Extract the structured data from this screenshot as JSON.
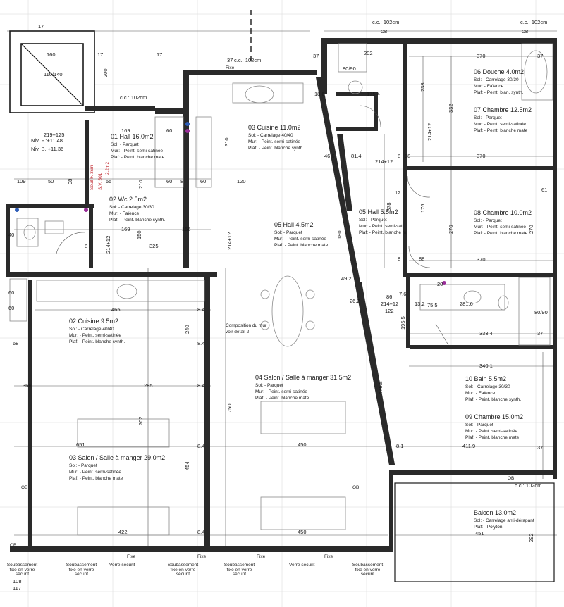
{
  "rooms": [
    {
      "name": "01 Hall 16.0m2",
      "sol": "Sol: - Parquet",
      "mur": "Mur: - Peint. semi-satinée",
      "plaf": "Plaf: - Peint. blanche mate"
    },
    {
      "name": "02 Wc 2.5m2",
      "sol": "Sol: - Carrelage 30/30",
      "mur": "Mur: - Faïence",
      "plaf": "Plaf: - Peint. blanche synth."
    },
    {
      "name": "03 Cuisine 11.0m2",
      "sol": "Sol: - Carrelage 40/40",
      "mur": "Mur: - Peint. semi-satinée",
      "plaf": "Plaf: - Peint. blanche synth."
    },
    {
      "name": "05 Hall 4.5m2",
      "sol": "Sol: - Parquet",
      "mur": "Mur: - Peint. semi-satinée",
      "plaf": "Plaf: - Peint. blanche mate"
    },
    {
      "name": "05 Hall 5.5m2",
      "sol": "Sol: - Parquet",
      "mur": "Mur: - Peint. semi-sat.",
      "plaf": "Plaf: - Peint. blanche m."
    },
    {
      "name": "06 Douche 4.0m2",
      "sol": "Sol: - Carrelage 30/30",
      "mur": "Mur: - Faïence",
      "plaf": "Plaf: - Peint. blan. synth."
    },
    {
      "name": "07 Chambre 12.5m2",
      "sol": "Sol: - Parquet",
      "mur": "Mur: - Peint. semi-satinée",
      "plaf": "Plaf: - Peint. blanche mate"
    },
    {
      "name": "08 Chambre 10.0m2",
      "sol": "Sol: - Parquet",
      "mur": "Mur: - Peint. semi-satinée",
      "plaf": "Plaf: - Peint. blanche mate"
    },
    {
      "name": "02 Cuisine 9.5m2",
      "sol": "Sol: - Carrelage 40/40",
      "mur": "Mur: - Peint. semi-satinée",
      "plaf": "Plaf: - Peint. blanche synth."
    },
    {
      "name": "04 Salon / Salle à manger 31.5m2",
      "sol": "Sol: - Parquet",
      "mur": "Mur: - Peint. semi-satinée",
      "plaf": "Plaf: - Peint. blanche mate"
    },
    {
      "name": "10 Bain 5.5m2",
      "sol": "Sol: - Carrelage 30/30",
      "mur": "Mur: - Faïence",
      "plaf": "Plaf: - Peint. blanche synth."
    },
    {
      "name": "09 Chambre 15.0m2",
      "sol": "Sol: - Parquet",
      "mur": "Mur: - Peint. semi-satinée",
      "plaf": "Plaf: - Peint. blanche mate"
    },
    {
      "name": "03 Salon / Salle à manger 29.0m2",
      "sol": "Sol: - Parquet",
      "mur": "Mur: - Peint. semi-satinée",
      "plaf": "Plaf: - Peint. blanche mate"
    },
    {
      "name": "Balcon 13.0m2",
      "sol": "Sol: - Carrelage anti-dérapant",
      "mur": "Plaf: - Polyton",
      "plaf": ""
    }
  ],
  "levels": {
    "level1": "Niv. F.:+11.48",
    "level2": "Niv. B.:+11.36"
  },
  "door_ref": {
    "line1": "Seuil F. 3cm",
    "line2": "S.V. 501",
    "line3": "2.2m2"
  },
  "notes": {
    "composition": "Composition du mur",
    "detail": "voir détail 2",
    "cc1": "c.c.: 102cm",
    "cc2": "c.c.: 102cm",
    "cc3": "c.c.: 102cm",
    "cc4": "c.c.: 102cm",
    "cc5": "c.c.: 102cm"
  },
  "facade": [
    "Soubassement fixe en verre sécurit",
    "Soubassement fixe en verre sécurit",
    "Verre sécurit",
    "Soubassement fixe en verre sécurit",
    "Soubassement fixe en verre sécurit",
    "Verre sécurit",
    "Soubassement fixe en verre sécurit"
  ],
  "window_labels": {
    "fixe": "Fixe",
    "ob": "OB"
  },
  "dims": {
    "d17": "17",
    "d160": "160",
    "d110": "110/140",
    "d200": "200",
    "d37": "37",
    "d219": "219+125",
    "d169": "169",
    "d60": "60",
    "d8": "8",
    "d310": "310",
    "d120": "120",
    "d109": "109",
    "d50": "50",
    "d55": "55",
    "d98": "98",
    "d150": "150",
    "d156": "156",
    "d325": "325",
    "d210": "210",
    "d214": "214+12",
    "d465": "465",
    "d240": "240",
    "d285": "285",
    "d366": "366",
    "d68": "68",
    "d651": "651",
    "d702": "702",
    "d750": "750",
    "d454": "454",
    "d422": "422",
    "d450": "450",
    "d370": "370",
    "d332": "332",
    "d176": "176",
    "d270": "270",
    "d88": "88",
    "d81": "81.4",
    "d46": "46.6",
    "d175": "175.4",
    "d202": "202",
    "d80": "80/90",
    "d18": "18.6",
    "d238": "238",
    "d378": "378",
    "d180": "180",
    "d49": "49.2",
    "d26": "26.2",
    "d122": "122",
    "d86": "86",
    "d78": "7.6",
    "d13": "13.2",
    "d281": "281.6",
    "d195": "195.5",
    "d333": "333.4",
    "d340": "340.1",
    "d411": "411.9",
    "d475": "475.8",
    "d8_1": "8.1",
    "d451": "451",
    "d292": "292",
    "d108": "108",
    "d117": "117",
    "d84": "8.4",
    "d20": "20",
    "d12": "12",
    "d61": "61",
    "d40": "40",
    "d75": "75.5"
  }
}
